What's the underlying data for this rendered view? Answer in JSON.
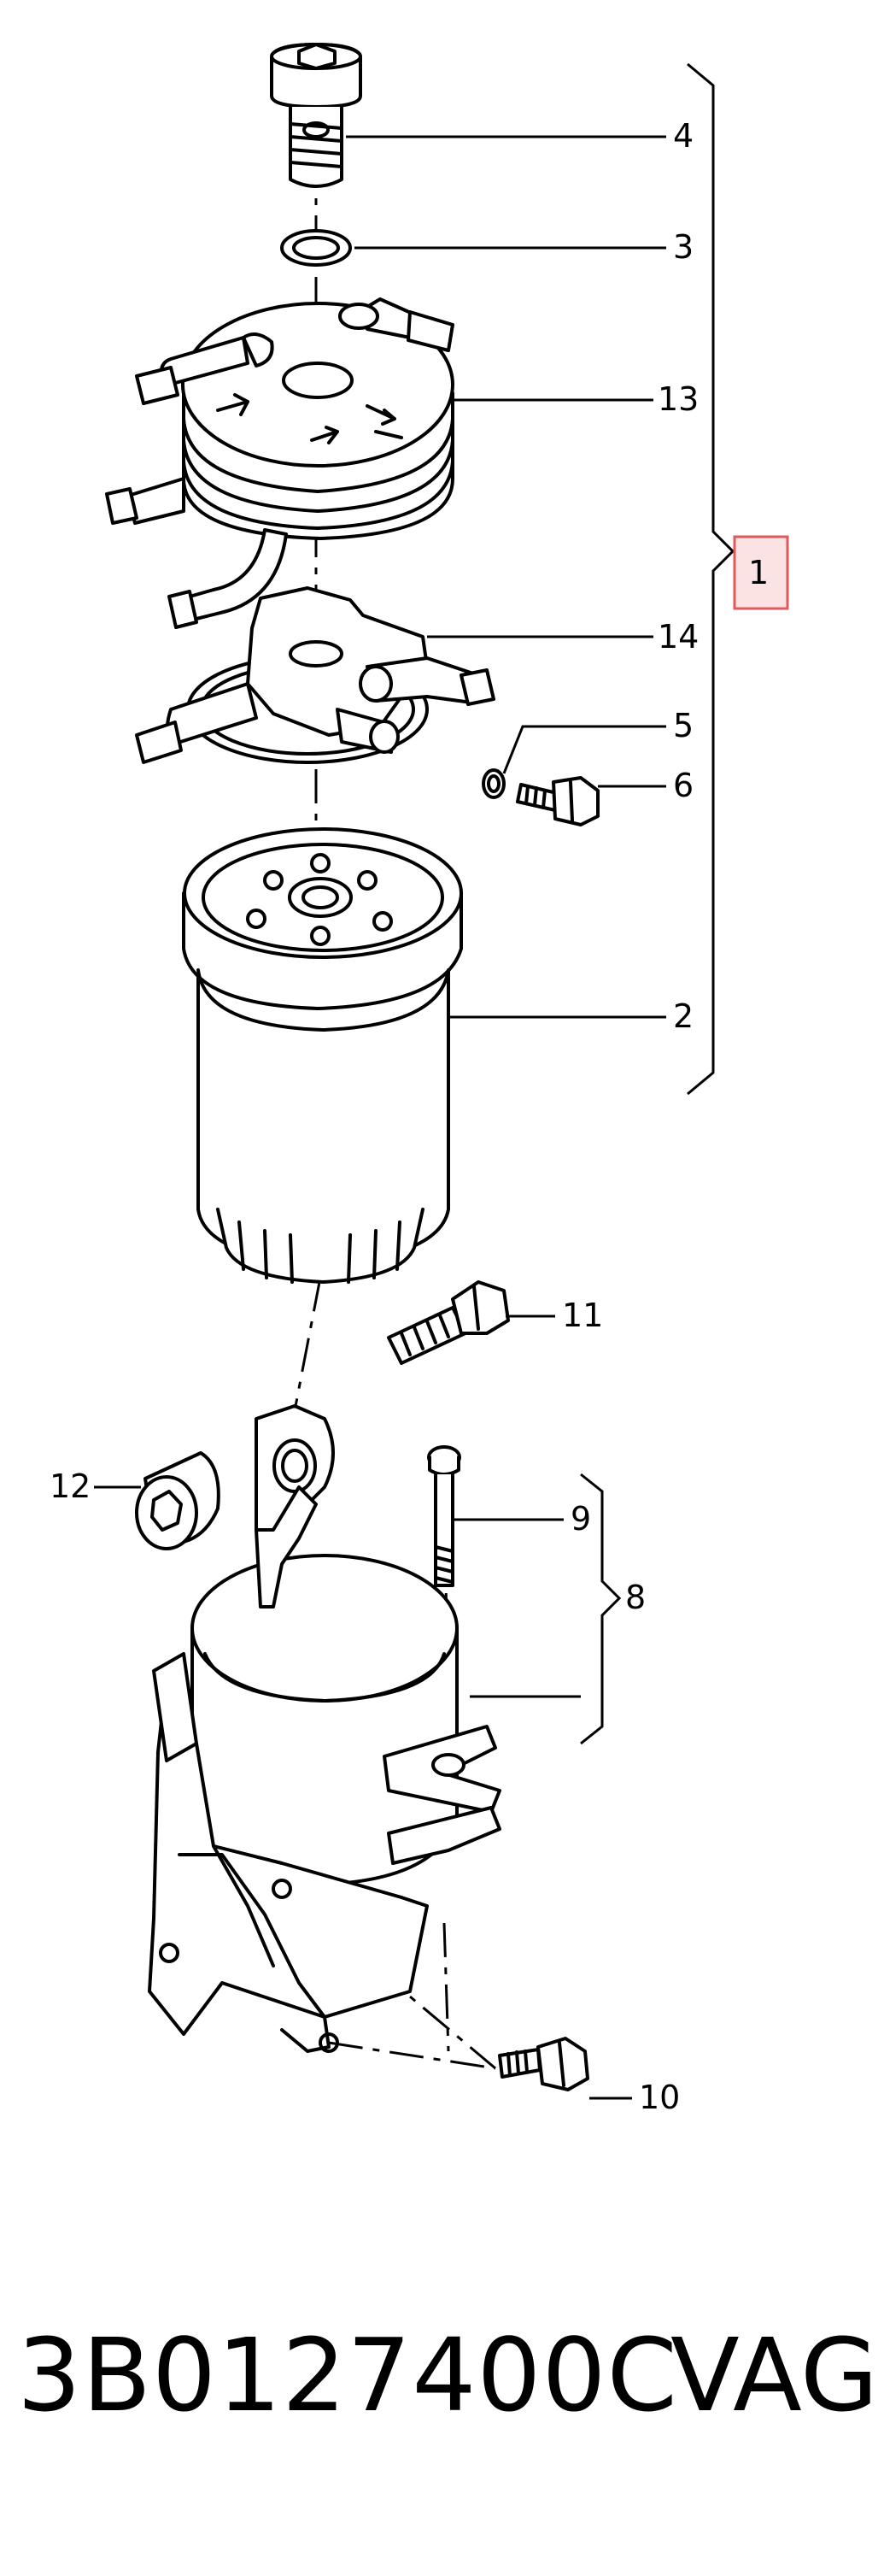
{
  "diagram": {
    "callouts": {
      "c1": "1",
      "c2": "2",
      "c3": "3",
      "c4": "4",
      "c5": "5",
      "c6": "6",
      "c8": "8",
      "c9": "9",
      "c10": "10",
      "c11": "11",
      "c12": "12",
      "c13": "13",
      "c14": "14"
    },
    "highlight_color": "#e05a5a",
    "highlight_fill": "#fbe3e3"
  },
  "footer": {
    "part_number": "3B0127400C",
    "brand": "VAG"
  }
}
